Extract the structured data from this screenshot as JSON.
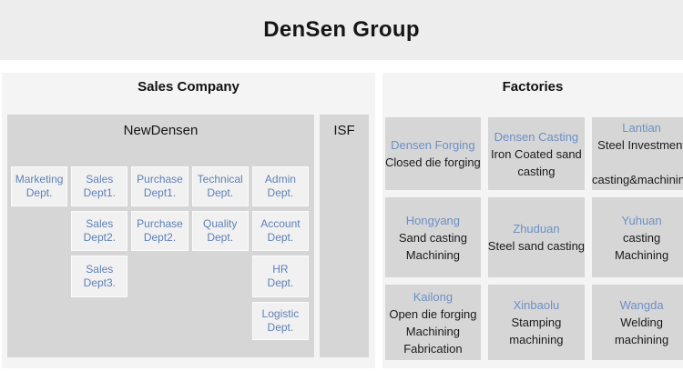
{
  "title": "DenSen Group",
  "colors": {
    "header_bg": "#ededed",
    "panel_bg": "#f4f4f5",
    "group_box_gray": "#d6d6d7",
    "dept_box_bg": "#f1f1f2",
    "dept_text_blue": "#5f81b5",
    "factory_name_blue": "#6d90c3",
    "dark_text": "#1a1a1a"
  },
  "sales_company": {
    "title": "Sales Company",
    "new_densen": {
      "label": "NewDensen",
      "departments": [
        {
          "row": 1,
          "col": 1,
          "lines": [
            "Marketing",
            "Dept."
          ]
        },
        {
          "row": 1,
          "col": 2,
          "lines": [
            "Sales",
            "Dept1."
          ]
        },
        {
          "row": 1,
          "col": 3,
          "lines": [
            "Purchase",
            "Dept1."
          ]
        },
        {
          "row": 1,
          "col": 4,
          "lines": [
            "Technical",
            "Dept."
          ]
        },
        {
          "row": 1,
          "col": 5,
          "lines": [
            "Admin",
            "Dept."
          ]
        },
        {
          "row": 2,
          "col": 2,
          "lines": [
            "Sales",
            "Dept2."
          ]
        },
        {
          "row": 2,
          "col": 3,
          "lines": [
            "Purchase",
            "Dept2."
          ]
        },
        {
          "row": 2,
          "col": 4,
          "lines": [
            "Quality",
            "Dept."
          ]
        },
        {
          "row": 2,
          "col": 5,
          "lines": [
            "Account",
            "Dept."
          ]
        },
        {
          "row": 3,
          "col": 2,
          "lines": [
            "Sales",
            "Dept3."
          ]
        },
        {
          "row": 3,
          "col": 5,
          "lines": [
            "HR",
            "Dept."
          ]
        },
        {
          "row": 4,
          "col": 5,
          "lines": [
            "Logistic",
            "Dept."
          ]
        }
      ]
    },
    "isf": {
      "label": "ISF"
    }
  },
  "factories": {
    "title": "Factories",
    "items": [
      {
        "name": "Densen Forging",
        "lines": [
          "Closed die forging"
        ]
      },
      {
        "name": "Densen Casting",
        "lines": [
          "Iron Coated sand",
          "casting"
        ]
      },
      {
        "name": "Lantian",
        "lines": [
          "Steel Investment",
          "",
          "casting&machining"
        ]
      },
      {
        "name": "Hongyang",
        "lines": [
          "Sand casting",
          "Machining"
        ]
      },
      {
        "name": "Zhuduan",
        "lines": [
          "Steel sand casting"
        ]
      },
      {
        "name": "Yuhuan",
        "lines": [
          "casting",
          "Machining"
        ]
      },
      {
        "name": "Kailong",
        "lines": [
          "Open die forging",
          "Machining",
          "Fabrication"
        ]
      },
      {
        "name": "Xinbaolu",
        "lines": [
          "Stamping",
          "machining"
        ]
      },
      {
        "name": "Wangda",
        "lines": [
          "Welding",
          "machining"
        ]
      }
    ]
  }
}
